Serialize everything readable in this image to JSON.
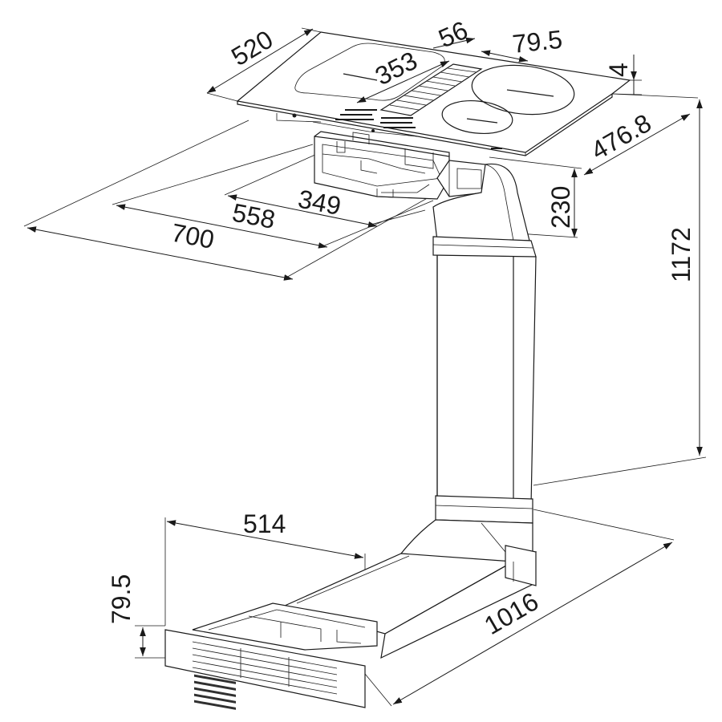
{
  "diagram": {
    "dimensions": {
      "d520": "520",
      "d56": "56",
      "d79_5_top": "79.5",
      "d4": "4",
      "d353": "353",
      "d476_8": "476.8",
      "d230": "230",
      "d1172": "1172",
      "d349": "349",
      "d558": "558",
      "d700": "700",
      "d514": "514",
      "d79_5_bottom": "79.5",
      "d1016": "1016"
    }
  }
}
